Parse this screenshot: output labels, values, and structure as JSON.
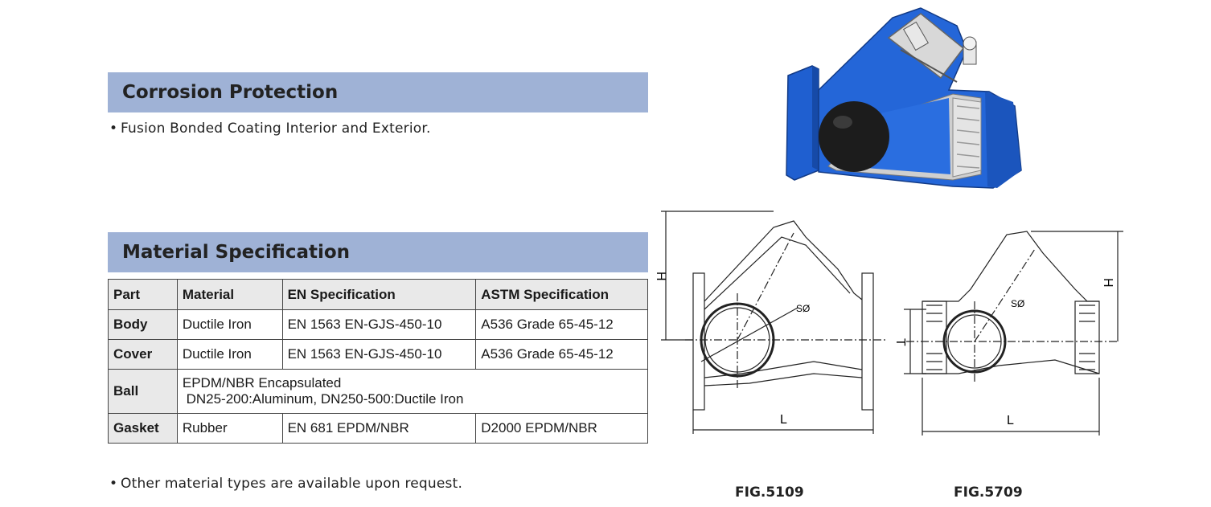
{
  "corrosion": {
    "title": "Corrosion Protection",
    "bullet": "Fusion Bonded Coating Interior and Exterior."
  },
  "material": {
    "title": "Material Specification",
    "headers": [
      "Part",
      "Material",
      "EN Specification",
      "ASTM Specification"
    ],
    "rows": [
      {
        "part": "Body",
        "material": "Ductile Iron",
        "en": "EN 1563 EN-GJS-450-10",
        "astm": "A536 Grade 65-45-12"
      },
      {
        "part": "Cover",
        "material": "Ductile Iron",
        "en": "EN 1563 EN-GJS-450-10",
        "astm": "A536 Grade 65-45-12"
      },
      {
        "part": "Ball",
        "material_line1": "EPDM/NBR Encapsulated",
        "material_line2": " DN25-200:Aluminum, DN250-500:Ductile Iron"
      },
      {
        "part": "Gasket",
        "material": "Rubber",
        "en": "EN 681 EPDM/NBR",
        "astm": "D2000 EPDM/NBR"
      }
    ],
    "footnote": "Other material types are available upon request."
  },
  "drawings": {
    "fig1": {
      "caption": "FIG.5109",
      "dim_h": "H",
      "dim_l": "L",
      "dim_s": "SØ"
    },
    "fig2": {
      "caption": "FIG.5709",
      "dim_h": "H",
      "dim_l": "L",
      "dim_t": "T",
      "dim_s": "SØ"
    }
  },
  "colors": {
    "header_bar": "#9fb2d6",
    "valve_blue": "#1f5fd0",
    "ball": "#1c1c1c"
  }
}
